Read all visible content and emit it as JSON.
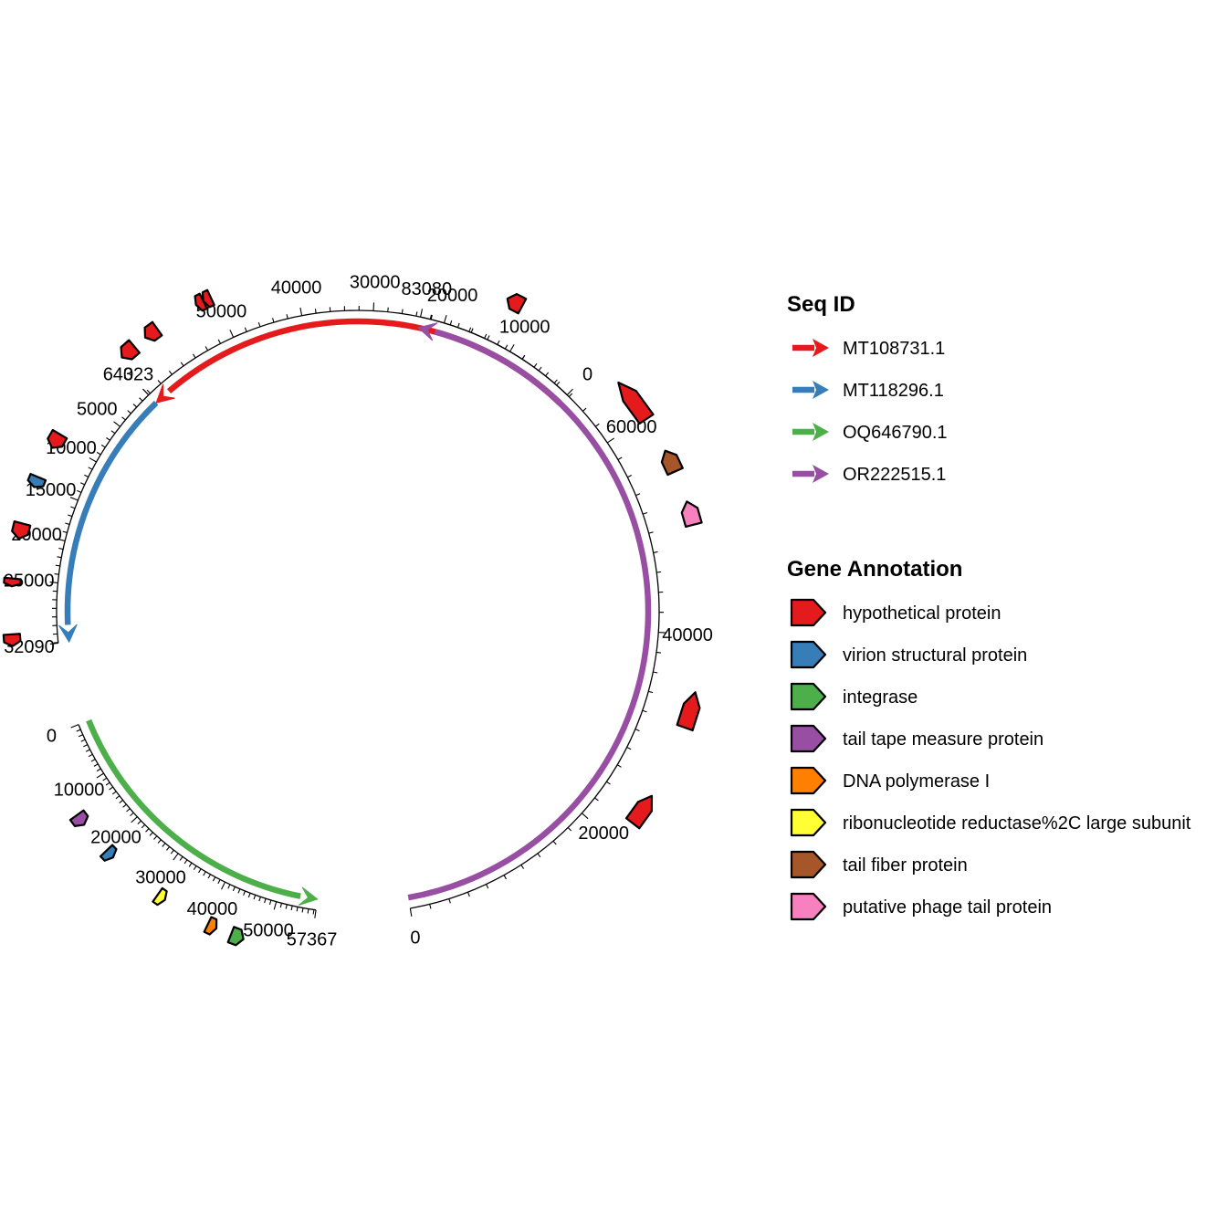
{
  "legend": {
    "seq_title": "Seq ID",
    "gene_title": "Gene Annotation",
    "seqs": [
      {
        "name": "MT108731.1",
        "color": "#e41a1c"
      },
      {
        "name": "MT118296.1",
        "color": "#377eb8"
      },
      {
        "name": "OQ646790.1",
        "color": "#4daf4a"
      },
      {
        "name": "OR222515.1",
        "color": "#984ea3"
      }
    ],
    "genes": [
      {
        "name": "hypothetical protein",
        "color": "#e41a1c"
      },
      {
        "name": "virion structural protein",
        "color": "#377eb8"
      },
      {
        "name": "integrase",
        "color": "#4daf4a"
      },
      {
        "name": "tail tape measure protein",
        "color": "#984ea3"
      },
      {
        "name": "DNA polymerase I",
        "color": "#ff7f00"
      },
      {
        "name": "ribonucleotide reductase%2C large subunit",
        "color": "#ffff33"
      },
      {
        "name": "tail fiber protein",
        "color": "#a65628"
      },
      {
        "name": "putative phage tail protein",
        "color": "#f781bf"
      }
    ]
  },
  "diagram": {
    "type": "circular-genome-map",
    "sequences": [
      {
        "id": "MT108731.1",
        "length": 64323,
        "tick_labels": [
          "0",
          "10000",
          "20000",
          "30000",
          "40000",
          "50000",
          "64323"
        ],
        "tick_values": [
          0,
          10000,
          20000,
          30000,
          40000,
          50000,
          64323
        ],
        "genes": [
          {
            "type": "hypothetical protein",
            "start": 11500,
            "end": 13500
          },
          {
            "type": "hypothetical protein",
            "start": 50500,
            "end": 51500
          },
          {
            "type": "hypothetical protein",
            "start": 51500,
            "end": 52500
          },
          {
            "type": "hypothetical protein",
            "start": 58000,
            "end": 59800
          },
          {
            "type": "hypothetical protein",
            "start": 61500,
            "end": 63500
          }
        ]
      },
      {
        "id": "MT118296.1",
        "length": 32090,
        "tick_labels": [
          "0",
          "5000",
          "10000",
          "15000",
          "20000",
          "25000",
          "32090"
        ],
        "tick_values": [
          0,
          5000,
          10000,
          15000,
          20000,
          25000,
          32090
        ],
        "genes": [
          {
            "type": "hypothetical protein",
            "start": 9400,
            "end": 11000
          },
          {
            "type": "virion structural protein",
            "start": 14300,
            "end": 15400
          },
          {
            "type": "hypothetical protein",
            "start": 19300,
            "end": 20900
          },
          {
            "type": "hypothetical protein",
            "start": 25000,
            "end": 25800
          },
          {
            "type": "hypothetical protein",
            "start": 30700,
            "end": 31900
          }
        ]
      },
      {
        "id": "OQ646790.1",
        "length": 57367,
        "tick_labels": [
          "0",
          "10000",
          "20000",
          "30000",
          "40000",
          "50000",
          "57367"
        ],
        "tick_values": [
          0,
          10000,
          20000,
          30000,
          40000,
          50000,
          57367
        ],
        "genes": [
          {
            "type": "tail tape measure protein",
            "start": 13300,
            "end": 15200
          },
          {
            "type": "virion structural protein",
            "start": 20600,
            "end": 22100
          },
          {
            "type": "ribonucleotide reductase%2C large subunit",
            "start": 31300,
            "end": 32700
          },
          {
            "type": "DNA polymerase I",
            "start": 40500,
            "end": 42000
          },
          {
            "type": "integrase",
            "start": 44500,
            "end": 46600
          }
        ]
      },
      {
        "id": "OR222515.1",
        "length": 83080,
        "tick_labels": [
          "0",
          "20000",
          "40000",
          "60000",
          "83080"
        ],
        "tick_values": [
          0,
          20000,
          40000,
          60000,
          83080
        ],
        "genes": [
          {
            "type": "hypothetical protein",
            "start": 22300,
            "end": 25200
          },
          {
            "type": "hypothetical protein",
            "start": 31800,
            "end": 35000
          },
          {
            "type": "putative phage tail protein",
            "start": 49700,
            "end": 51800
          },
          {
            "type": "tail fiber protein",
            "start": 54600,
            "end": 56600
          },
          {
            "type": "hypothetical protein",
            "start": 59800,
            "end": 63800
          }
        ]
      }
    ]
  }
}
